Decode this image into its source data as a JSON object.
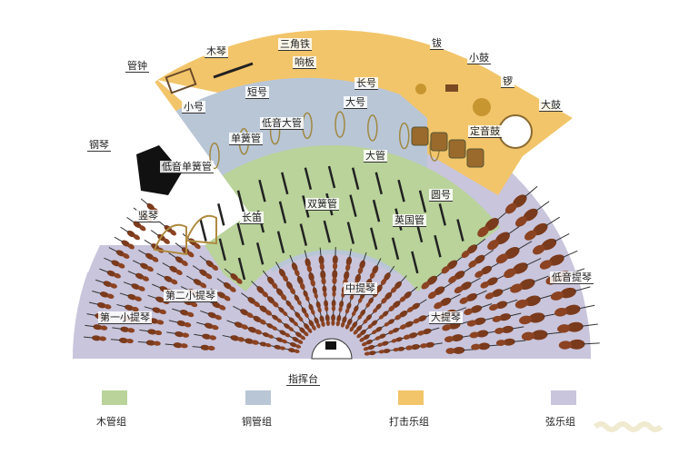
{
  "colors": {
    "woodwind": "#b9d39a",
    "brass": "#b9c6d6",
    "percussion": "#f2c56a",
    "strings": "#c9c5dc"
  },
  "labels": [
    "木琴",
    "三角铁",
    "管钟",
    "响板",
    "短号",
    "长号",
    "小号",
    "大号",
    "低音大管",
    "单簧管",
    "钢琴",
    "低音单簧管",
    "大管",
    "竖琴",
    "长笛",
    "双簧管",
    "圆号",
    "英国管",
    "钹",
    "小鼓",
    "锣",
    "大鼓",
    "定音鼓",
    "低音提琴",
    "中提琴",
    "大提琴",
    "第二小提琴",
    "第一小提琴",
    "指挥台"
  ],
  "legend": [
    {
      "label": "木管组",
      "color": "#b9d39a"
    },
    {
      "label": "铜管组",
      "color": "#b9c6d6"
    },
    {
      "label": "打击乐组",
      "color": "#f2c56a"
    },
    {
      "label": "弦乐组",
      "color": "#c9c5dc"
    }
  ]
}
